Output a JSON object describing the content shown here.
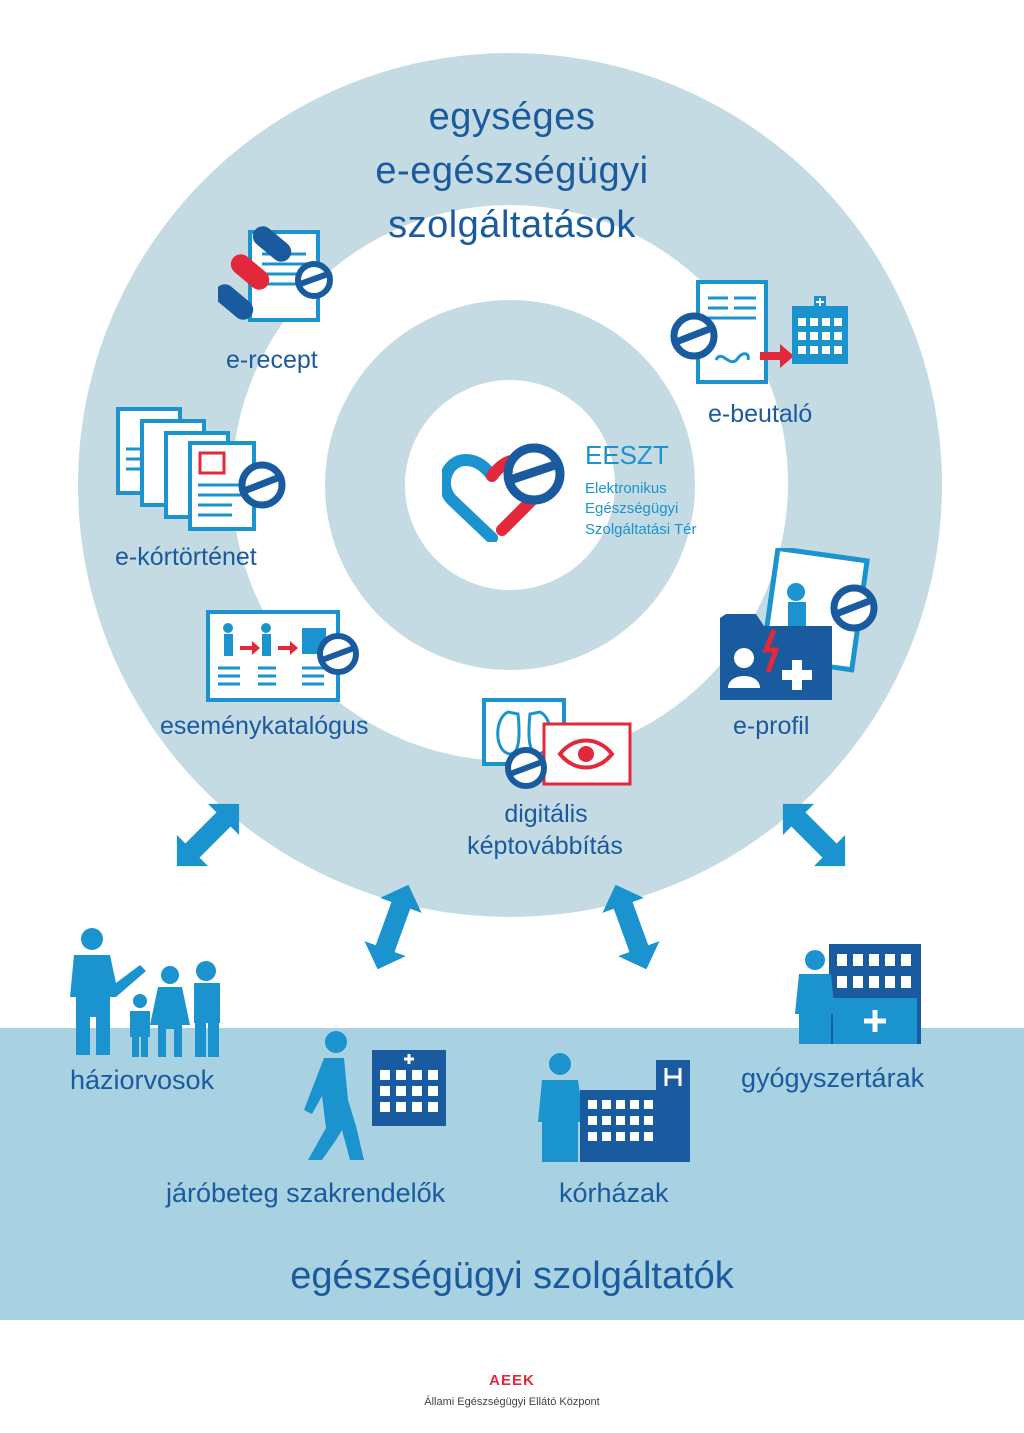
{
  "colors": {
    "ring": "#c5dbe3",
    "band": "#a8d2e1",
    "dark_blue": "#1a5a9e",
    "light_blue": "#1b93cf",
    "red": "#e4283c"
  },
  "title": {
    "line1": "egységes",
    "line2": "e-egészségügyi",
    "line3": "szolgáltatások"
  },
  "center": {
    "acronym": "EESZT",
    "line1": "Elektronikus",
    "line2": "Egészségügyi",
    "line3": "Szolgáltatási Tér"
  },
  "services": {
    "e_recept": "e-recept",
    "e_beutalo": "e-beutaló",
    "e_kortortenet": "e-kórtörténet",
    "esemenykatalogus": "eseménykatalógus",
    "e_profil": "e-profil",
    "kep_line1": "digitális",
    "kep_line2": "képtovábbítás"
  },
  "providers": {
    "haziorvosok": "háziorvosok",
    "jarobeteg": "járóbeteg szakrendelők",
    "korhazak": "kórházak",
    "gyogyszertarak": "gyógyszertárak"
  },
  "footer": {
    "band_title": "egészségügyi szolgáltatók",
    "logo_text": "AEEK",
    "org_name": "Állami Egészségügyi Ellátó Központ"
  },
  "icons": [
    "e-recept-icon",
    "e-beutalo-icon",
    "e-kortortenet-icon",
    "esemenykatalogus-icon",
    "e-profil-icon",
    "kepto-vabbitas-icon",
    "eeszt-logo-icon",
    "doctor-family-icon",
    "outpatient-icon",
    "hospital-icon",
    "pharmacy-icon",
    "double-arrow-icon"
  ]
}
